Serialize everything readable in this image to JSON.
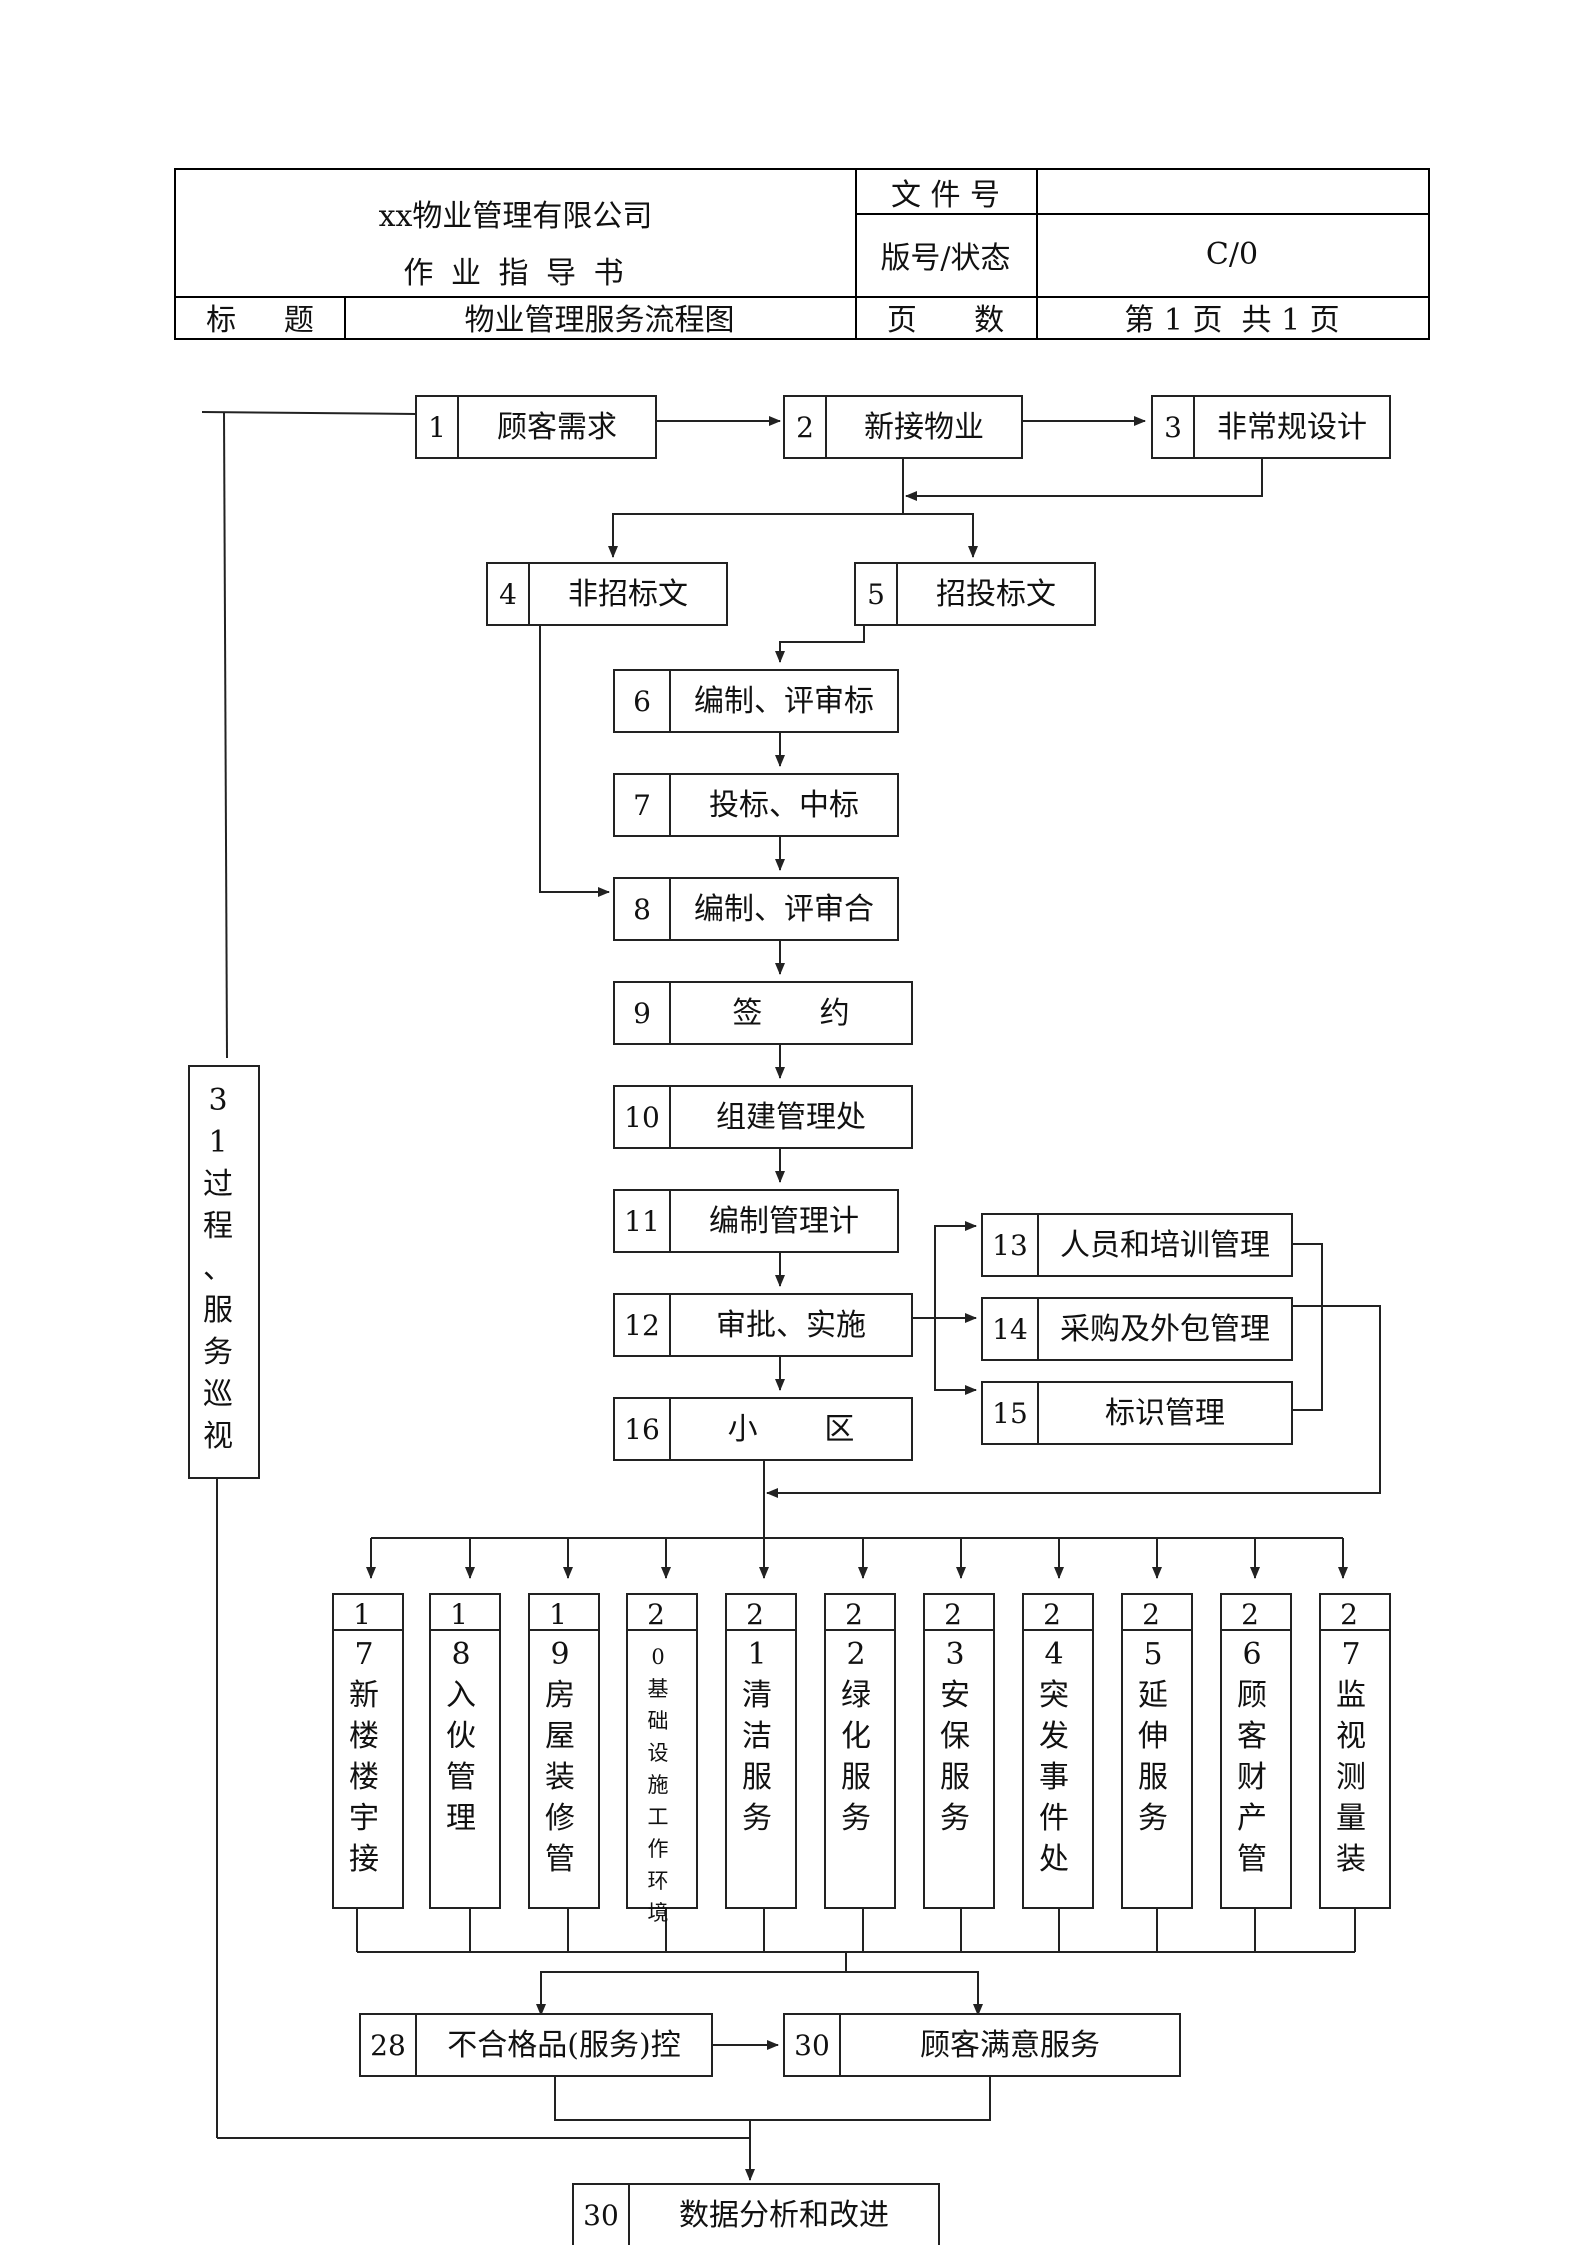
{
  "header": {
    "company": "xx物业管理有限公司",
    "doc_type": "作 业 指 导 书",
    "file_no_label": "文 件 号",
    "file_no_value": "",
    "version_label": "版号/状态",
    "version_value": "C/0",
    "title_label": "标     题",
    "title_value": "物业管理服务流程图",
    "pages_label": "页      数",
    "pages_value": "第 1 页  共 1 页"
  },
  "flow": {
    "nodes": [
      {
        "id": "n1",
        "num": "1",
        "label": "顾客需求"
      },
      {
        "id": "n2",
        "num": "2",
        "label": "新接物业"
      },
      {
        "id": "n3",
        "num": "3",
        "label": "非常规设计"
      },
      {
        "id": "n4",
        "num": "4",
        "label": "非招标文"
      },
      {
        "id": "n5",
        "num": "5",
        "label": "招投标文"
      },
      {
        "id": "n6",
        "num": "6",
        "label": "编制、评审标"
      },
      {
        "id": "n7",
        "num": "7",
        "label": "投标、中标"
      },
      {
        "id": "n8",
        "num": "8",
        "label": "编制、评审合"
      },
      {
        "id": "n9",
        "num": "9",
        "label": "签      约"
      },
      {
        "id": "n10",
        "num": "10",
        "label": "组建管理处"
      },
      {
        "id": "n11",
        "num": "11",
        "label": "编制管理计"
      },
      {
        "id": "n12",
        "num": "12",
        "label": "审批、实施"
      },
      {
        "id": "n13",
        "num": "13",
        "label": "人员和培训管理"
      },
      {
        "id": "n14",
        "num": "14",
        "label": "采购及外包管理"
      },
      {
        "id": "n15",
        "num": "15",
        "label": "标识管理"
      },
      {
        "id": "n16",
        "num": "16",
        "label": "小       区"
      },
      {
        "id": "n28",
        "num": "28",
        "label": "不合格品(服务)控"
      },
      {
        "id": "n30a",
        "num": "30",
        "label": "顾客满意服务"
      },
      {
        "id": "n30b",
        "num": "30",
        "label": "数据分析和改进"
      }
    ],
    "vertical_nodes": [
      {
        "id": "v17",
        "num": "1",
        "text": "7新楼楼宇接"
      },
      {
        "id": "v18",
        "num": "1",
        "text": "8入伙管理"
      },
      {
        "id": "v19",
        "num": "1",
        "text": "9房屋装修管"
      },
      {
        "id": "v20",
        "num": "2",
        "text": "0基础设施工作环境"
      },
      {
        "id": "v21",
        "num": "2",
        "text": "1清洁服务"
      },
      {
        "id": "v22",
        "num": "2",
        "text": "2绿化服务"
      },
      {
        "id": "v23",
        "num": "2",
        "text": "3安保服务"
      },
      {
        "id": "v24",
        "num": "2",
        "text": "4突发事件处"
      },
      {
        "id": "v25",
        "num": "2",
        "text": "5延伸服务"
      },
      {
        "id": "v26",
        "num": "2",
        "text": "6顾客财产管"
      },
      {
        "id": "v27",
        "num": "2",
        "text": "7监视测量装"
      }
    ],
    "side_node": {
      "id": "v31",
      "text": "31过程、服务巡视"
    }
  }
}
